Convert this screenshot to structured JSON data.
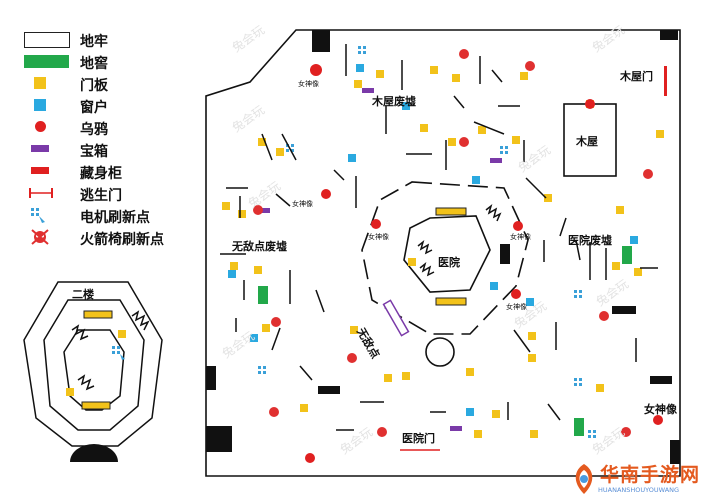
{
  "legend": [
    {
      "id": "dungeon",
      "label": "地牢",
      "icon": "white-rectangle-icon",
      "color": "#ffffff"
    },
    {
      "id": "cellar",
      "label": "地窖",
      "icon": "green-rectangle-icon",
      "color": "#22a84a"
    },
    {
      "id": "pallet",
      "label": "门板",
      "icon": "yellow-square-icon",
      "color": "#f2c21a"
    },
    {
      "id": "window",
      "label": "窗户",
      "icon": "blue-square-icon",
      "color": "#2aa9e0"
    },
    {
      "id": "crow",
      "label": "乌鸦",
      "icon": "red-dot-icon",
      "color": "#e02020"
    },
    {
      "id": "chest",
      "label": "宝箱",
      "icon": "purple-bar-icon",
      "color": "#7a3aa8"
    },
    {
      "id": "cabinet",
      "label": "藏身柜",
      "icon": "red-bar-icon",
      "color": "#e02020"
    },
    {
      "id": "exit_gate",
      "label": "逃生门",
      "icon": "red-gate-icon",
      "color": "#e02020"
    },
    {
      "id": "generator",
      "label": "电机刷新点",
      "icon": "generator-icon",
      "color": "#3aa0d8"
    },
    {
      "id": "rocket_chair",
      "label": "火箭椅刷新点",
      "icon": "rocket-chair-icon",
      "color": "#e03030"
    }
  ],
  "areas": {
    "second_floor": "二楼",
    "cabin_ruins": "木屋废墟",
    "cabin": "木屋",
    "cabin_gate": "木屋门",
    "invincible_ruins": "无敌点废墟",
    "hospital": "医院",
    "hospital_ruins": "医院废墟",
    "invincible_spot": "无敌点",
    "hospital_gate": "医院门",
    "goddess_statue": "女神像",
    "goddess_small": "女神像"
  },
  "watermark": "兔会玩",
  "brand": {
    "title": "华南手游网",
    "subtitle": "HUANANSHOUYOUWANG"
  }
}
